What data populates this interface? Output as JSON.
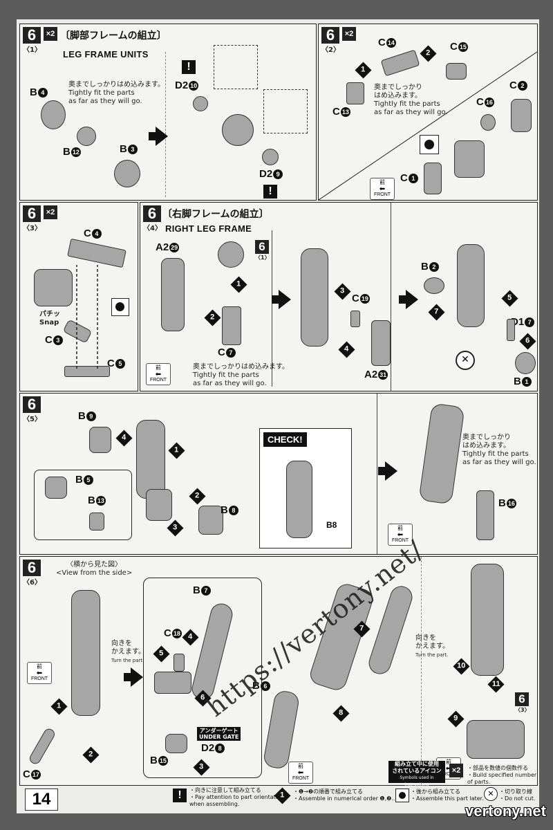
{
  "page_number": "14",
  "watermark_text": "https://vertony.net/",
  "watermark_corner": "vertony.net",
  "common": {
    "x2": "×2",
    "front_jp": "前",
    "front_en": "FRONT",
    "tight_jp": "奥までしっかりはめ込みます。",
    "tight_jp_a": "奥までしっかり",
    "tight_jp_b": "はめ込みます。",
    "tight_en_1": "Tightly fit the parts",
    "tight_en_2": "as far as they will go.",
    "warn": "!",
    "turn_jp_1": "向きを",
    "turn_jp_2": "かえます。",
    "turn_en": "Turn the part."
  },
  "step1": {
    "num": "6",
    "sub": "〈1〉",
    "title_jp": "〔脚部フレームの組立〕",
    "title_en": "LEG FRAME UNITS",
    "labels": {
      "b4": "B",
      "b4n": "4",
      "b12": "B",
      "b12n": "12",
      "b3": "B",
      "b3n": "3",
      "d210": "D2",
      "d210n": "10",
      "d29": "D2",
      "d29n": "9"
    }
  },
  "step2": {
    "num": "6",
    "sub": "〈2〉",
    "labels": {
      "c14": "C",
      "c14n": "14",
      "c15": "C",
      "c15n": "15",
      "c13": "C",
      "c13n": "13",
      "c16": "C",
      "c16n": "16",
      "c2": "C",
      "c2n": "2",
      "c1": "C",
      "c1n": "1"
    },
    "steps": [
      "1",
      "2"
    ]
  },
  "step3": {
    "num": "6",
    "sub": "〈3〉",
    "labels": {
      "c4": "C",
      "c4n": "4",
      "c3": "C",
      "c3n": "3",
      "c5": "C",
      "c5n": "5"
    },
    "snap_jp": "パチッ",
    "snap_en": "Snap"
  },
  "step4": {
    "num": "6",
    "sub": "〈4〉",
    "title_jp": "〔右脚フレームの組立〕",
    "title_en": "RIGHT LEG FRAME",
    "ref_num": "6",
    "ref_sub": "〈1〉",
    "labels": {
      "a229": "A2",
      "a229n": "29",
      "c7": "C",
      "c7n": "7",
      "c19": "C",
      "c19n": "19",
      "a231": "A2",
      "a231n": "31",
      "b2": "B",
      "b2n": "2",
      "d17": "D1",
      "d17n": "7",
      "b1": "B",
      "b1n": "1"
    },
    "steps": [
      "1",
      "2",
      "3",
      "4",
      "5",
      "6",
      "7"
    ]
  },
  "step5": {
    "num": "6",
    "sub": "〈5〉",
    "check": "CHECK!",
    "labels": {
      "b9": "B",
      "b9n": "9",
      "b5": "B",
      "b5n": "5",
      "b13": "B",
      "b13n": "13",
      "b8": "B",
      "b8n": "8",
      "b8c": "B8",
      "b16": "B",
      "b16n": "16"
    },
    "steps": [
      "1",
      "2",
      "3",
      "4"
    ]
  },
  "step6": {
    "num": "6",
    "sub": "〈6〉",
    "side_jp": "〈横から見た図〉",
    "side_en": "<View from the side>",
    "under_gate_jp": "アンダーゲート",
    "under_gate_en": "UNDER GATE",
    "ref_num": "6",
    "ref_sub": "〈3〉",
    "labels": {
      "c17": "C",
      "c17n": "17",
      "b7": "B",
      "b7n": "7",
      "c18": "C",
      "c18n": "18",
      "d28": "D2",
      "d28n": "8",
      "b15": "B",
      "b15n": "15",
      "b6": "B",
      "b6n": "6"
    },
    "steps": [
      "1",
      "2",
      "3",
      "4",
      "5",
      "6",
      "7",
      "8",
      "9",
      "10",
      "11"
    ]
  },
  "legend": {
    "symbols_jp_1": "組み立て中に使用",
    "symbols_jp_2": "されているアイコン",
    "symbols_en": "Symbols used in instructions",
    "x2_jp": "・部品を数値の個数作る",
    "x2_en": "・Build specified number of parts.",
    "warn_jp": "・向きに注意して組み立てる",
    "warn_en_1": "・Pay attention to part orientation",
    "warn_en_2": "when assembling.",
    "order_jp": "・❶→❷の順番で組み立てる",
    "order_en": "・Assemble in numerical order ❶,❷...",
    "later_jp": "・後から組み立てる",
    "later_en": "・Assemble this part later.",
    "cut_jp": "・切り取り線",
    "cut_en": "・Do not cut."
  }
}
